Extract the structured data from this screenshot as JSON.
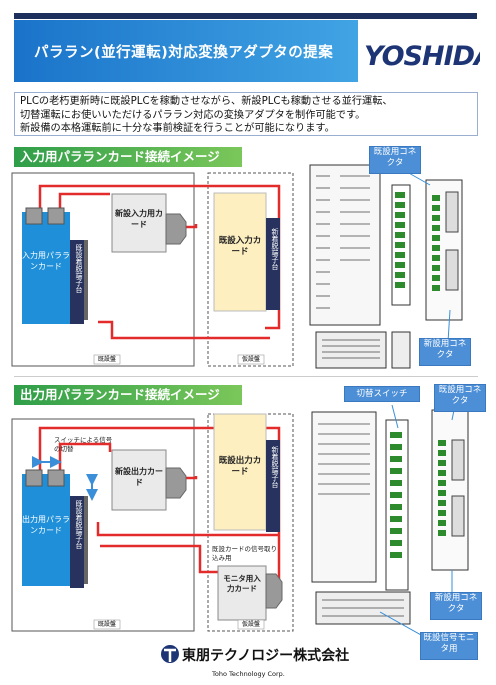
{
  "header": {
    "title": "パララン(並行運転)対応変換アダプタの提案",
    "logo_text": "YOSHIDA"
  },
  "intro": {
    "lines": [
      "PLCの老朽更新時に既設PLCを稼動させながら、新設PLCも稼動させる並行運転、",
      "切替運転にお使いいただけるパララン対応の変換アダプタを制作可能です。",
      "新設備の本格運転前に十分な事前検証を行うことが可能になります。"
    ]
  },
  "input_section": {
    "title": "入力用パラランカード接続イメージ",
    "existing_card": "入力用パラランカード",
    "existing_terminal": "既設着脱端子台",
    "new_card": "新設入力用カード",
    "existing_input_card": "既設入力カード",
    "new_terminal": "新着脱端子台",
    "panel_existing": "既設盤",
    "panel_temp": "仮設盤",
    "callout_existing": "既設用コネクタ",
    "callout_new": "新設用コネクタ"
  },
  "output_section": {
    "title": "出力用パラランカード接続イメージ",
    "switch_note": "スイッチによる信号の切替",
    "existing_card": "出力用パラランカード",
    "existing_terminal": "既設着脱端子台",
    "new_card": "新設出力カード",
    "existing_output_card": "既設出力カード",
    "new_terminal": "新着脱端子台",
    "signal_note": "既設カードの信号取り込み用",
    "monitor_card": "モニタ用入力カード",
    "panel_existing": "既設盤",
    "panel_temp": "仮設盤",
    "callout_switch": "切替スイッチ",
    "callout_existing": "既設用コネクタ",
    "callout_new": "新設用コネクタ",
    "callout_monitor": "既設信号モニタ用"
  },
  "footer": {
    "company": "東朋テクノロジー株式会社",
    "company_en": "Toho Technology Corp."
  },
  "colors": {
    "header_blue": "#1a73c9",
    "section_green": "#2f9e49",
    "card_blue": "#1e8fd8",
    "terminal_navy": "#27335e",
    "wire_red": "#e32b2b",
    "existing_card_fill": "#fdefc0",
    "callout_blue": "#4d8fd6"
  }
}
